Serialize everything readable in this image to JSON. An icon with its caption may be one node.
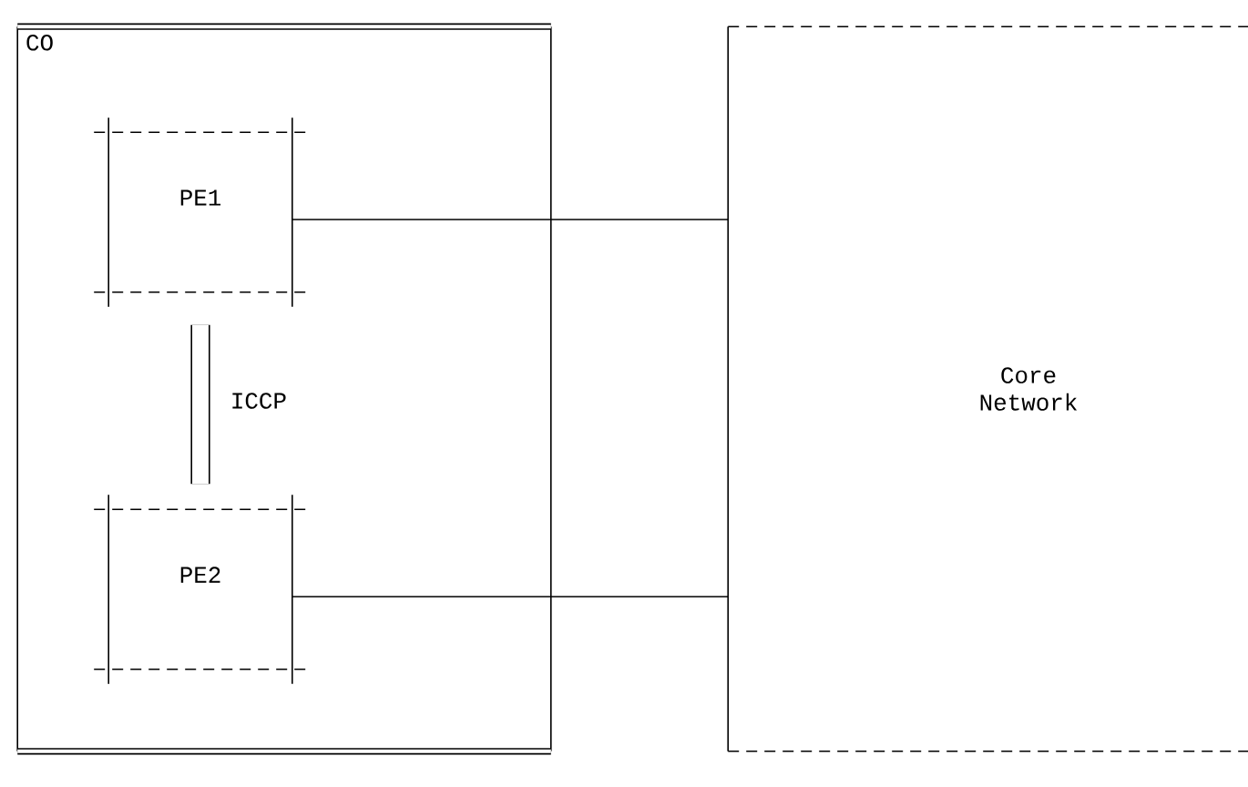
{
  "diagram": {
    "nodes": [
      {
        "text": [
          "CO"
        ]
      },
      {
        "text": [
          "PE1"
        ],
        "in": 0
      },
      {
        "text": [
          "PE2"
        ],
        "in": 0
      },
      {
        "text": [
          "Core Network"
        ]
      }
    ],
    "edges": [
      {
        "from": 1,
        "to": 3,
        "arrow": "none"
      },
      {
        "from": 1,
        "to": 2,
        "arrow": "none",
        "label": "ICCP",
        "style": "thick"
      },
      {
        "from": 2,
        "to": 3,
        "arrow": "none"
      }
    ]
  }
}
